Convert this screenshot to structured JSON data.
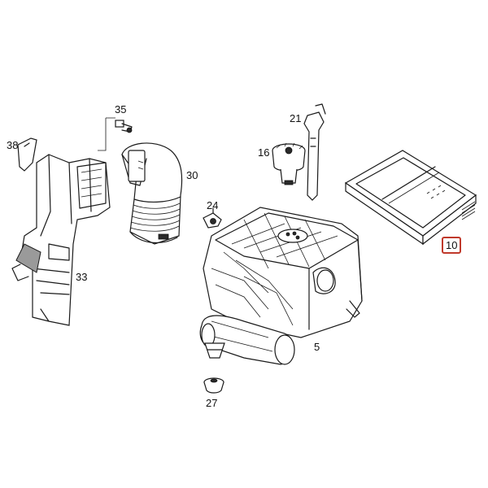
{
  "diagram": {
    "parts": [
      {
        "id": "p38",
        "callout": "38"
      },
      {
        "id": "p35",
        "callout": "35"
      },
      {
        "id": "p21",
        "callout": "21"
      },
      {
        "id": "p16",
        "callout": "16"
      },
      {
        "id": "p30",
        "callout": "30"
      },
      {
        "id": "p24",
        "callout": "24"
      },
      {
        "id": "p10",
        "callout": "10",
        "highlighted": true
      },
      {
        "id": "p33",
        "callout": "33"
      },
      {
        "id": "p5",
        "callout": "5"
      },
      {
        "id": "p27",
        "callout": "27"
      }
    ],
    "highlight_color": "#c0392b"
  }
}
